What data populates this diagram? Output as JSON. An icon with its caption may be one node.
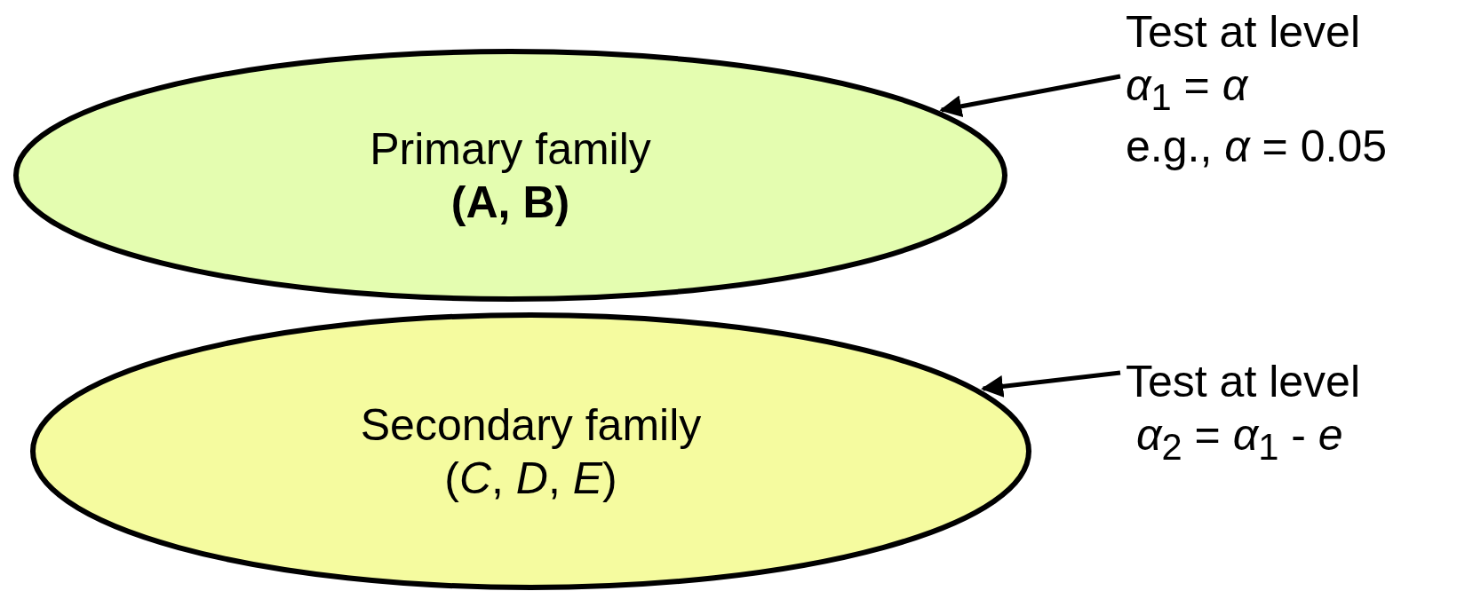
{
  "diagram": {
    "nodes": [
      {
        "text": [
          "Primary family",
          "(A, B)"
        ]
      },
      {
        "text": [
          "Secondary family",
          "(*C*, *D*, *E*)"
        ]
      },
      {
        "text": [
          "Test at level",
          "*α*$_{1}$ = *α*",
          "e.g., *α* = 0.05"
        ]
      },
      {
        "text": [
          "Test at level",
          "*α*$_{2}$ = *α*$_{1}$ - *e*"
        ]
      }
    ],
    "edges": [
      {
        "from": 2,
        "to": 0,
        "arrow": "to"
      },
      {
        "from": 3,
        "to": 1,
        "arrow": "to"
      }
    ]
  }
}
